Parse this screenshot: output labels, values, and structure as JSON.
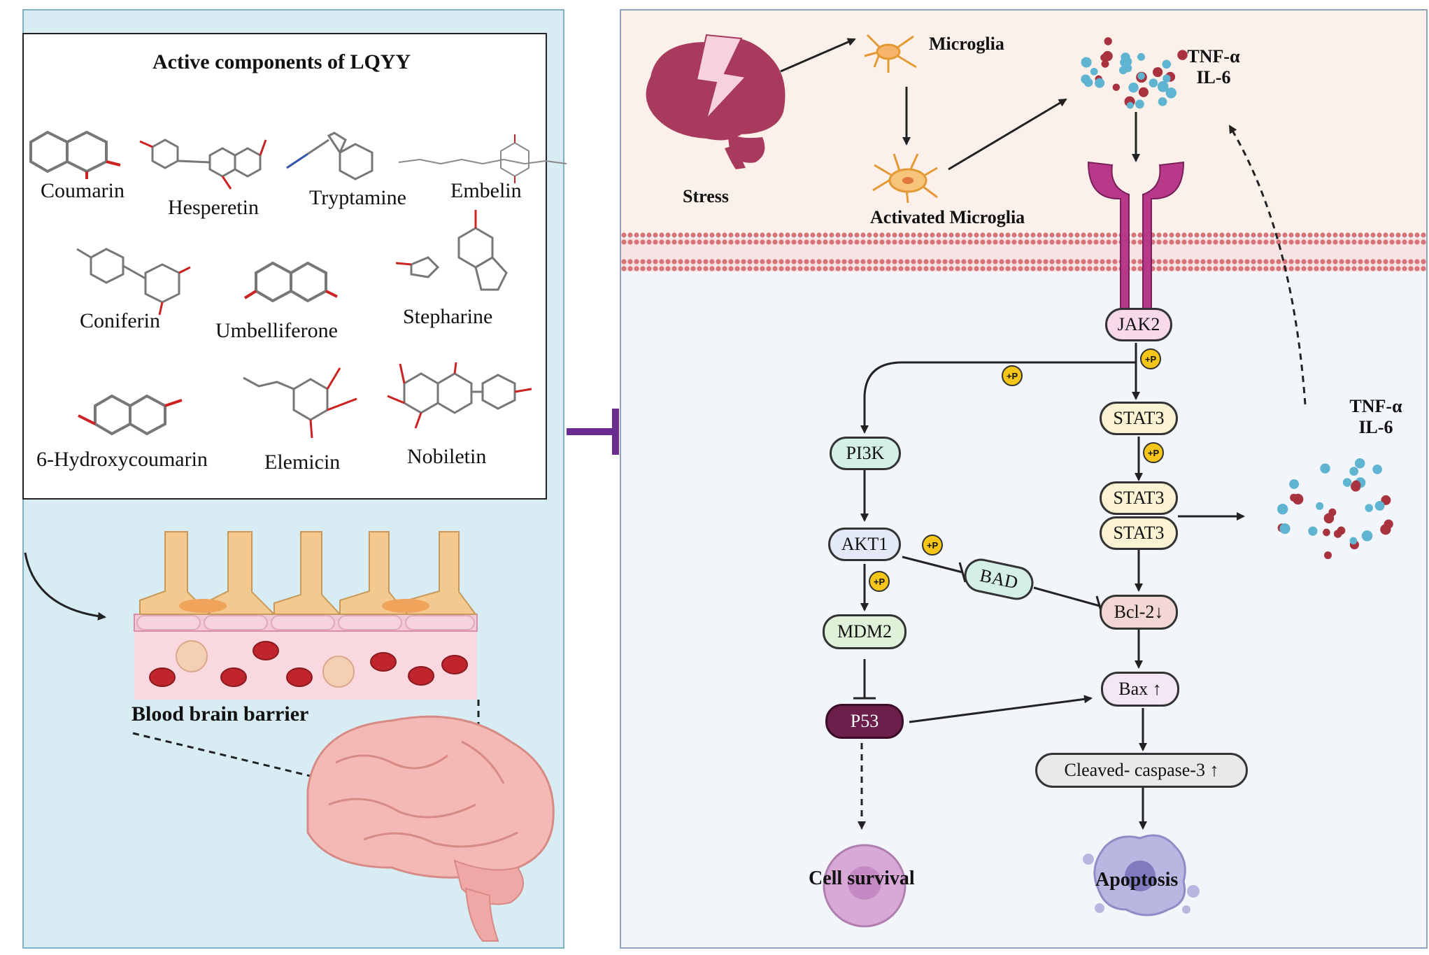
{
  "left_panel": {
    "title": "Active components of LQYY",
    "molecules": [
      "Coumarin",
      "Hesperetin",
      "Tryptamine",
      "Embelin",
      "Coniferin",
      "Umbelliferone",
      "Stepharine",
      "6-Hydroxycoumarin",
      "Elemicin",
      "Nobiletin"
    ],
    "bbb_label": "Blood brain barrier"
  },
  "right_panel": {
    "stress_label": "Stress",
    "microglia_label": "Microglia",
    "activated_microglia_label": "Activated Microglia",
    "cytokines_top": [
      "TNF-α",
      "IL-6"
    ],
    "cytokines_right": [
      "TNF-α",
      "IL-6"
    ],
    "phospho_label": "+P",
    "nodes": {
      "jak2": "JAK2",
      "stat3": "STAT3",
      "stat3_dimer_a": "STAT3",
      "stat3_dimer_b": "STAT3",
      "pi3k": "PI3K",
      "akt1": "AKT1",
      "bad": "BAD",
      "bcl2": "Bcl-2↓",
      "mdm2": "MDM2",
      "bax": "Bax ↑",
      "p53": "P53",
      "caspase": "Cleaved- caspase-3 ↑"
    },
    "cell_survival_label": "Cell survival",
    "apoptosis_label": "Apoptosis"
  },
  "colors": {
    "left_bg": "#d7ecf3",
    "right_bg": "#f2f5fa",
    "extracellular_bg": "#fbf1ea",
    "receptor": "#b8398a",
    "membrane": "#d87478",
    "inhibitor": "#6a2c8f",
    "phospho": "#f5c518",
    "jak2": "#f7d9e8",
    "stat3": "#fbf3d3",
    "pi3k": "#d4efe6",
    "akt1": "#e4e9f7",
    "bad": "#d4efe6",
    "bcl2": "#f2d7d4",
    "mdm2": "#dff1d8",
    "bax": "#f4e6f4",
    "p53": "#6b1f4a",
    "caspase": "#e9e9e9"
  }
}
